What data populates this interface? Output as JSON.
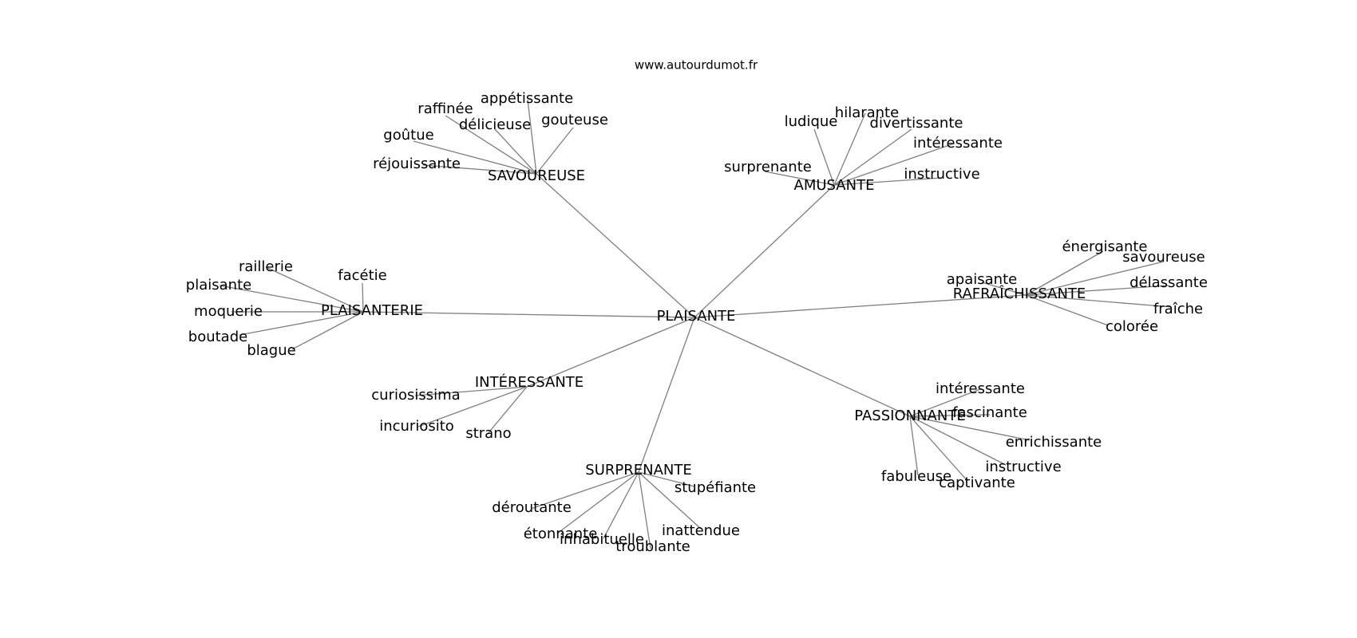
{
  "credit": "www.autourdumot.fr",
  "graph": {
    "center": "PLAISANTE",
    "groups": [
      {
        "label": "SAVOUREUSE",
        "leaves": [
          "appétissante",
          "raffinée",
          "délicieuse",
          "gouteuse",
          "goûtue",
          "réjouissante"
        ]
      },
      {
        "label": "AMUSANTE",
        "leaves": [
          "hilarante",
          "ludique",
          "divertissante",
          "intéressante",
          "surprenante",
          "instructive"
        ]
      },
      {
        "label": "PLAISANTERIE",
        "leaves": [
          "raillerie",
          "facétie",
          "plaisante",
          "moquerie",
          "boutade",
          "blague"
        ]
      },
      {
        "label": "RAFRAÎCHISSANTE",
        "leaves": [
          "énergisante",
          "savoureuse",
          "apaisante",
          "délassante",
          "fraîche",
          "colorée"
        ]
      },
      {
        "label": "INTÉRESSANTE",
        "leaves": [
          "curiosissima",
          "incuriosito",
          "strano"
        ]
      },
      {
        "label": "PASSIONNANTE",
        "leaves": [
          "intéressante",
          "fascinante",
          "enrichissante",
          "instructive",
          "fabuleuse",
          "captivante"
        ]
      },
      {
        "label": "SURPRENANTE",
        "leaves": [
          "stupéfiante",
          "déroutante",
          "étonnante",
          "inattendue",
          "inhabituelle",
          "troublante"
        ]
      }
    ]
  }
}
